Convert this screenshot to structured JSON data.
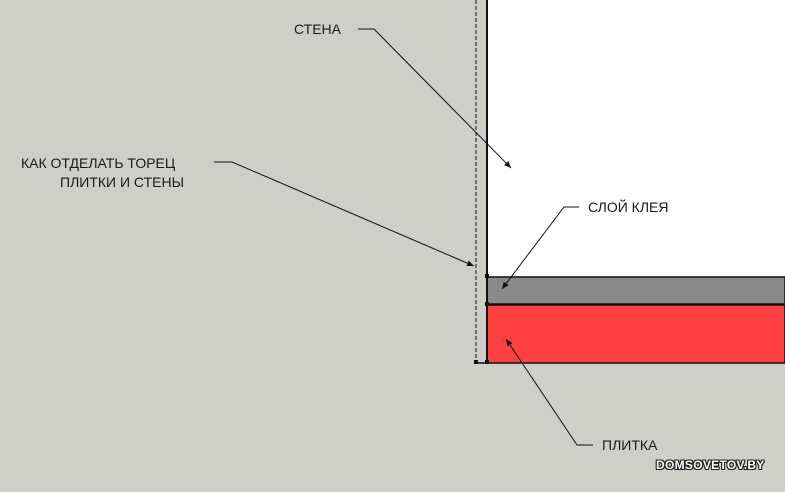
{
  "labels": {
    "wall": "СТЕНА",
    "question_line1": "КАК ОТДЕЛАТЬ ТОРЕЦ",
    "question_line2": "ПЛИТКИ И СТЕНЫ",
    "glue": "СЛОЙ КЛЕЯ",
    "tile": "ПЛИТКА"
  },
  "watermark": "DOMSOVETOV.BY",
  "colors": {
    "background": "#cfcfca",
    "wall": "#ffffff",
    "glue_layer": "#8a8a8a",
    "tile": "#ff4040",
    "line": "#111111"
  }
}
